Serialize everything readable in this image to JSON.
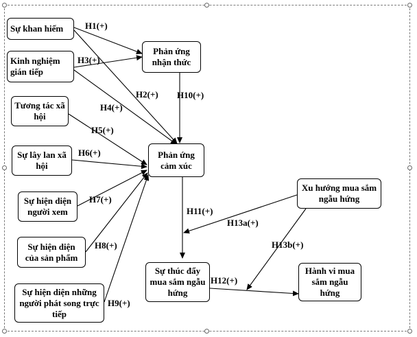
{
  "nodes": {
    "khan_hiem": "Sự khan hiếm",
    "kinh_nghiem": "Kinh nghiệm gián tiếp",
    "tuong_tac": "Tương tác xã hội",
    "lay_lan": "Sự lây lan xã hội",
    "hien_dien_nguoi_xem": "Sự hiện diện người xem",
    "hien_dien_san_pham": "Sự hiện diện của sản phẩm",
    "hien_dien_nguoi_phat": "Sự hiện diện những người phát song trực tiếp",
    "phan_ung_nhan_thuc": "Phản ứng nhận thức",
    "phan_ung_cam_xuc": "Phản ứng cảm xúc",
    "xu_huong": "Xu hướng mua sắm ngẫu hứng",
    "thuc_day": "Sự thúc đẩy mua sắm ngẫu hứng",
    "hanh_vi": "Hành vi mua sắm ngẫu hứng"
  },
  "labels": {
    "h1": "H1(+)",
    "h2": "H2(+)",
    "h3": "H3(+)",
    "h4": "H4(+)",
    "h5": "H5(+)",
    "h6": "H6(+)",
    "h7": "H7(+)",
    "h8": "H8(+)",
    "h9": "H9(+)",
    "h10": "H10(+)",
    "h11": "H11(+)",
    "h12": "H12(+)",
    "h13a": "H13a(+)",
    "h13b": "H13b(+)"
  },
  "colors": {
    "line": "#000000",
    "frame": "#7a7a7a",
    "squiggle": "#3355cc"
  }
}
